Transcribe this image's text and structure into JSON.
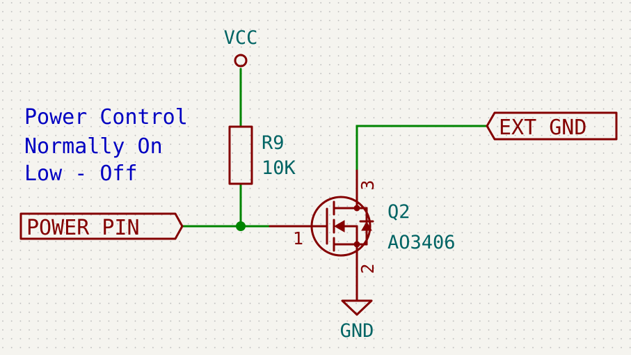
{
  "diagram": {
    "power": {
      "vcc_label": "VCC",
      "gnd_label": "GND"
    },
    "note": {
      "lines": [
        "Power Control",
        "Normally On",
        "Low - Off"
      ]
    },
    "resistor": {
      "ref": "R9",
      "value": "10K"
    },
    "transistor": {
      "ref": "Q2",
      "value": "AO3406",
      "pins": {
        "gate": "1",
        "source": "2",
        "drain": "3"
      }
    },
    "labels": {
      "input_net": "POWER_PIN",
      "output_net": "EXT_GND"
    },
    "colors": {
      "wire": "#008400",
      "symbol": "#840000",
      "reference": "#006464",
      "note": "#0000c2",
      "background": "#f5f4ef",
      "grid": "#b9b9b9"
    }
  }
}
